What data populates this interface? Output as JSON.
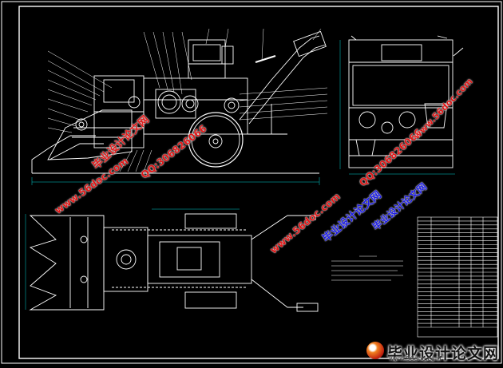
{
  "drawing": {
    "background": "#000000",
    "line_color": "#ffffff",
    "dimension_color": "#00d0d0",
    "title_block_rows": 28,
    "watermarks": [
      {
        "text": "毕业设计论文网",
        "color": "red"
      },
      {
        "text": "www.56doc.com",
        "color": "red"
      },
      {
        "text": "QQ:306826066",
        "color": "red"
      },
      {
        "text": "www.56doc.com",
        "color": "red"
      },
      {
        "text": "QQ:306826066",
        "color": "red"
      },
      {
        "text": "毕业设计论文网",
        "color": "blue"
      },
      {
        "text": "www.56doc.com",
        "color": "red"
      },
      {
        "text": "毕业设计论文网",
        "color": "blue"
      }
    ],
    "logo": {
      "text": "毕业设计论文网",
      "url": "www.56doc.com"
    }
  }
}
